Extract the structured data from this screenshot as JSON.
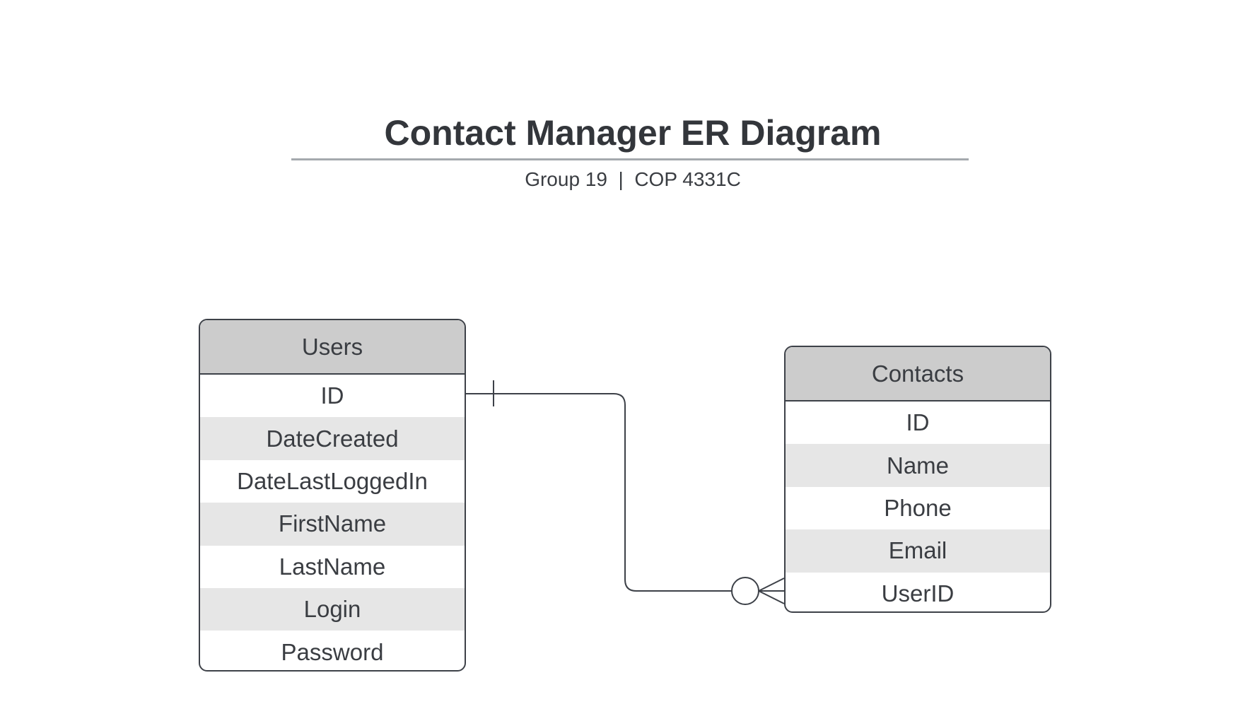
{
  "title": "Contact Manager ER Diagram",
  "subtitle": "Group 19  |  COP 4331C",
  "entities": {
    "users": {
      "name": "Users",
      "fields": [
        "ID",
        "DateCreated",
        "DateLastLoggedIn",
        "FirstName",
        "LastName",
        "Login",
        "Password"
      ]
    },
    "contacts": {
      "name": "Contacts",
      "fields": [
        "ID",
        "Name",
        "Phone",
        "Email",
        "UserID"
      ]
    }
  },
  "relationship": {
    "from": "Users.ID",
    "to": "Contacts.UserID",
    "from_cardinality": "one",
    "to_cardinality": "zero-or-many"
  },
  "colors": {
    "header_fill": "#cccccc",
    "alt_row_fill": "#e6e6e6",
    "border": "#3d4148",
    "text": "#3a3d42",
    "title_rule": "#a5a9ae"
  }
}
